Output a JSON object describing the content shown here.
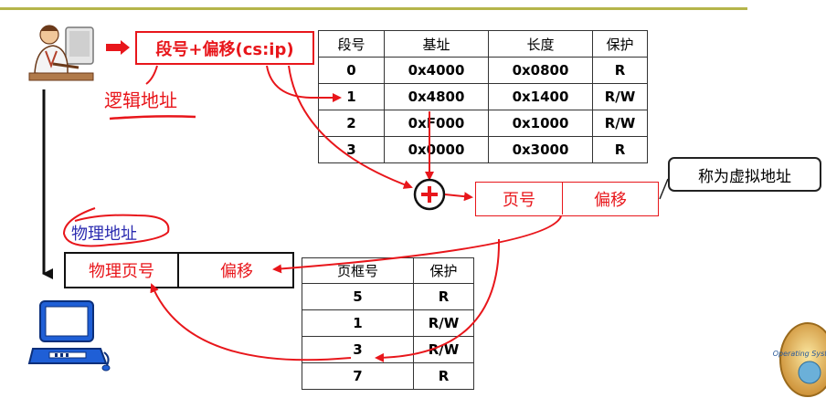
{
  "logical_address": {
    "box_text": "段号+偏移(cs:ip)",
    "label": "逻辑地址"
  },
  "segment_table": {
    "headers": [
      "段号",
      "基址",
      "长度",
      "保护"
    ],
    "rows": [
      [
        "0",
        "0x4000",
        "0x0800",
        "R"
      ],
      [
        "1",
        "0x4800",
        "0x1400",
        "R/W"
      ],
      [
        "2",
        "0xF000",
        "0x1000",
        "R/W"
      ],
      [
        "3",
        "0x0000",
        "0x3000",
        "R"
      ]
    ]
  },
  "virtual_address": {
    "page_no": "页号",
    "offset": "偏移",
    "callout": "称为虚拟地址"
  },
  "physical_address": {
    "label": "物理地址",
    "frame_no": "物理页号",
    "offset": "偏移"
  },
  "page_table": {
    "headers": [
      "页框号",
      "保护"
    ],
    "rows": [
      [
        "5",
        "R"
      ],
      [
        "1",
        "R/W"
      ],
      [
        "3",
        "R/W"
      ],
      [
        "7",
        "R"
      ]
    ]
  },
  "badge_text": "Operating Systems",
  "colors": {
    "red": "#e8161b",
    "accent_line": "#b5b54a",
    "computer_blue": "#1f5fd6"
  }
}
